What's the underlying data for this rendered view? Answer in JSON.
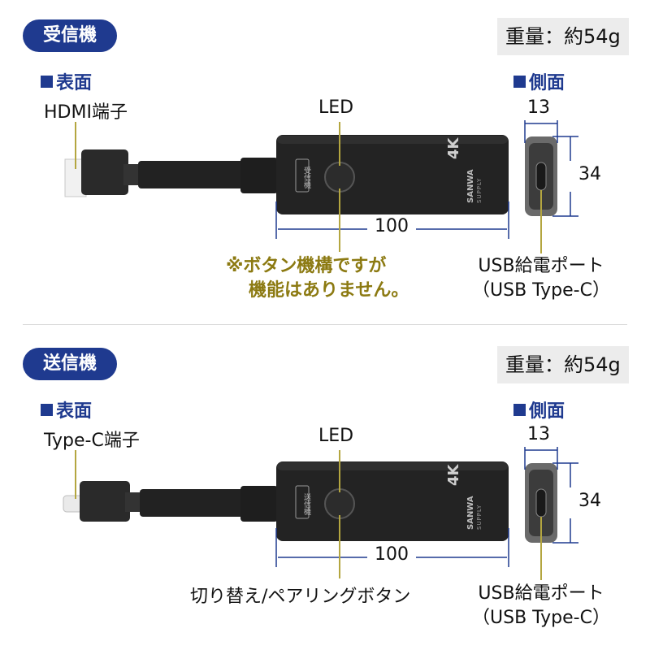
{
  "receiver": {
    "badge": "受信機",
    "weight": "重量：約54g",
    "front_label": "表面",
    "side_label": "側面",
    "connector_label": "HDMI端子",
    "led_label": "LED",
    "width_dim": "100",
    "depth_dim": "13",
    "height_dim": "34",
    "note_line1": "※ボタン機構ですが",
    "note_line2": "機能はありません。",
    "port_line1": "USB給電ポート",
    "port_line2": "（USB Type-C）",
    "device_tag": "受信機",
    "logo_4k": "4K",
    "logo_brand": "SANWA",
    "logo_sub": "SUPPLY"
  },
  "transmitter": {
    "badge": "送信機",
    "weight": "重量：約54g",
    "front_label": "表面",
    "side_label": "側面",
    "connector_label": "Type-C端子",
    "led_label": "LED",
    "width_dim": "100",
    "depth_dim": "13",
    "height_dim": "34",
    "button_label": "切り替え/ペアリングボタン",
    "port_line1": "USB給電ポート",
    "port_line2": "（USB Type-C）",
    "device_tag": "送信機",
    "logo_4k": "4K",
    "logo_brand": "SANWA",
    "logo_sub": "SUPPLY"
  },
  "colors": {
    "accent_blue": "#1f3a8f",
    "note_olive": "#8c7a12",
    "leader_olive": "#b4a640",
    "device_black": "#232323",
    "badge_gray": "#ececec"
  }
}
